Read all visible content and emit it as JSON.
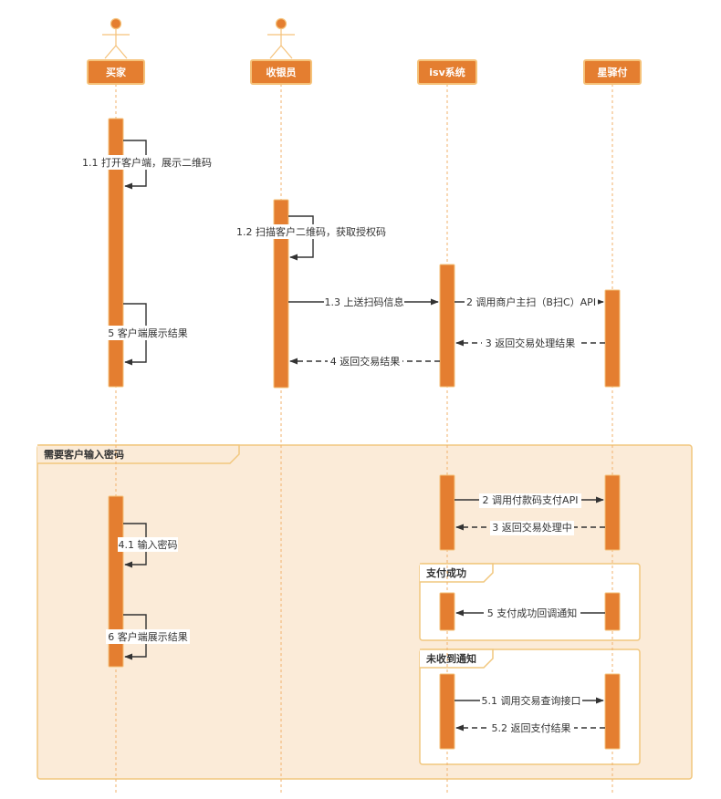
{
  "participants": [
    {
      "id": "buyer",
      "label": "买家",
      "type": "actor"
    },
    {
      "id": "cashier",
      "label": "收银员",
      "type": "actor"
    },
    {
      "id": "isv",
      "label": "isv系统",
      "type": "participant"
    },
    {
      "id": "xyf",
      "label": "星驿付",
      "type": "participant"
    }
  ],
  "messages": [
    {
      "id": "m11",
      "label": "1.1 打开客户端，展示二维码",
      "style": "self"
    },
    {
      "id": "m12",
      "label": "1.2 扫描客户二维码，获取授权码",
      "style": "self"
    },
    {
      "id": "m13",
      "label": "1.3 上送扫码信息",
      "style": "solid"
    },
    {
      "id": "m2a",
      "label": "2 调用商户主扫（B扫C）API",
      "style": "solid"
    },
    {
      "id": "m3a",
      "label": "3 返回交易处理结果",
      "style": "dashed"
    },
    {
      "id": "m4",
      "label": "4 返回交易结果",
      "style": "dashed"
    },
    {
      "id": "m5a",
      "label": "5 客户端展示结果",
      "style": "self"
    },
    {
      "id": "m2b",
      "label": "2 调用付款码支付API",
      "style": "solid"
    },
    {
      "id": "m3b",
      "label": "3 返回交易处理中",
      "style": "dashed"
    },
    {
      "id": "m41",
      "label": "4.1 输入密码",
      "style": "self"
    },
    {
      "id": "m5b",
      "label": "5 支付成功回调通知",
      "style": "solid"
    },
    {
      "id": "m6",
      "label": "6 客户端展示结果",
      "style": "self"
    },
    {
      "id": "m51",
      "label": "5.1 调用交易查询接口",
      "style": "solid"
    },
    {
      "id": "m52",
      "label": "5.2 返回支付结果",
      "style": "dashed"
    }
  ],
  "frames": [
    {
      "id": "f-password",
      "title": "需要客户输入密码"
    },
    {
      "id": "f-success",
      "title": "支付成功"
    },
    {
      "id": "f-nonotify",
      "title": "未收到通知"
    }
  ],
  "colors": {
    "accent": "#E47E30",
    "accent_border": "#F5C27A",
    "frame_fill": "#FBEBD8",
    "frame_border": "#F1C77E",
    "lifeline": "#F2B16B",
    "arrow": "#333333"
  }
}
